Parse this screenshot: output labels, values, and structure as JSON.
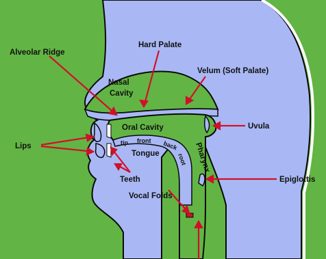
{
  "colors": {
    "background": "#62b544",
    "tissue": "#a9b8f4",
    "tissue_outline": "#0a0a0a",
    "skin_highlight": "#ffffff",
    "arrow": "#d0102a",
    "pharynx_fill": "#6cbf4b"
  },
  "labels": {
    "alveolar_ridge": "Alveolar Ridge",
    "hard_palate": "Hard Palate",
    "velum": "Velum (Soft Palate)",
    "nasal_cavity": "Nasal Cavity",
    "nasal_cavity_line1": "Nasal",
    "nasal_cavity_line2": "Cavity",
    "oral_cavity": "Oral Cavity",
    "uvula": "Uvula",
    "lips": "Lips",
    "tongue": "Tongue",
    "tip": "tip",
    "front": "front",
    "back": "back",
    "root": "root",
    "teeth": "Teeth",
    "pharynx": "Pharynx",
    "epiglottis": "Epiglottis",
    "vocal_folds": "Vocal Folds"
  }
}
